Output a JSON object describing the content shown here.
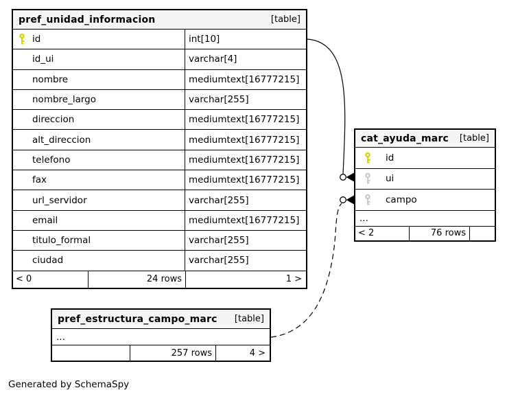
{
  "diagram": {
    "generated_by": "Generated by SchemaSpy"
  },
  "colors": {
    "background": "#ffffff",
    "table_header_bg": "#f5f5f5",
    "border": "#000000",
    "primary_key_icon": "#d4d400",
    "foreign_key_icon": "#c9c9c9"
  },
  "tables": [
    {
      "name": "pref_unidad_informacion",
      "badge": "[table]",
      "columns": [
        {
          "name": "id",
          "type": "int[10]",
          "key": "primary-key"
        },
        {
          "name": "id_ui",
          "type": "varchar[4]"
        },
        {
          "name": "nombre",
          "type": "mediumtext[16777215]"
        },
        {
          "name": "nombre_largo",
          "type": "varchar[255]"
        },
        {
          "name": "direccion",
          "type": "mediumtext[16777215]"
        },
        {
          "name": "alt_direccion",
          "type": "mediumtext[16777215]"
        },
        {
          "name": "telefono",
          "type": "mediumtext[16777215]"
        },
        {
          "name": "fax",
          "type": "mediumtext[16777215]"
        },
        {
          "name": "url_servidor",
          "type": "varchar[255]"
        },
        {
          "name": "email",
          "type": "mediumtext[16777215]"
        },
        {
          "name": "titulo_formal",
          "type": "varchar[255]"
        },
        {
          "name": "ciudad",
          "type": "varchar[255]"
        }
      ],
      "footer": {
        "left": "< 0",
        "center": "24 rows",
        "right": "1 >"
      }
    },
    {
      "name": "cat_ayuda_marc",
      "badge": "[table]",
      "columns": [
        {
          "name": "id",
          "key": "primary-key"
        },
        {
          "name": "ui",
          "key": "foreign-key"
        },
        {
          "name": "campo",
          "key": "foreign-key"
        }
      ],
      "ellipsis": "...",
      "footer": {
        "left": "< 2",
        "center": "76 rows",
        "right": ""
      }
    },
    {
      "name": "pref_estructura_campo_marc",
      "badge": "[table]",
      "ellipsis": "...",
      "footer": {
        "left": "",
        "center": "257 rows",
        "right": "4 >"
      }
    }
  ],
  "relationships": [
    {
      "from": "pref_unidad_informacion.id",
      "to": "cat_ayuda_marc.ui",
      "line_style": "solid"
    },
    {
      "from": "pref_estructura_campo_marc",
      "to": "cat_ayuda_marc.campo",
      "line_style": "dashed"
    }
  ]
}
